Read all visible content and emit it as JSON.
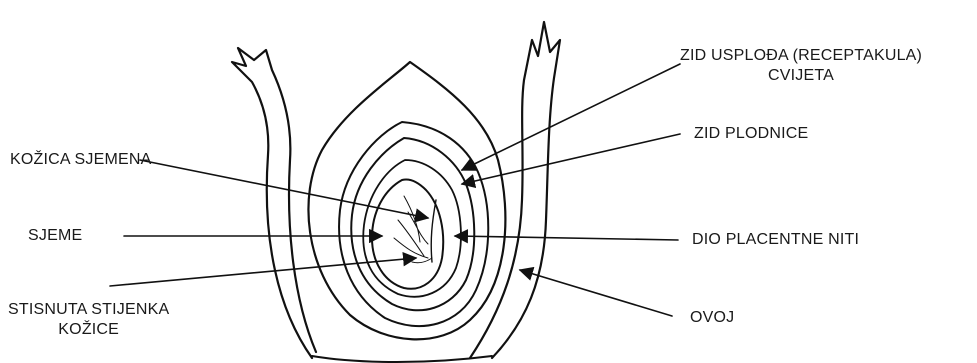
{
  "labels": {
    "zid_usploda": [
      "ZID USPLOĐA (RECEPTAKULA)",
      "CVIJETA"
    ],
    "zid_plodnice": "ZID PLODNICE",
    "kozica_sjemena": "KOŽICA SJEMENA",
    "sjeme": "SJEME",
    "dio_placentne_niti": "DIO PLACENTNE NITI",
    "stisnuta": [
      "STISNUTA STIJENKA",
      "KOŽICE"
    ],
    "ovoj": "OVOJ"
  },
  "colors": {
    "ink": "#111111",
    "background": "#ffffff"
  }
}
